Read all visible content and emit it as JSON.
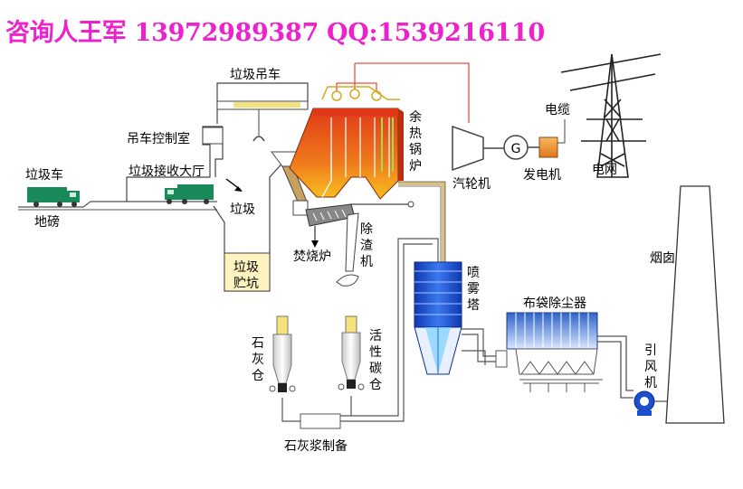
{
  "header": {
    "contact_text": "咨询人王军 13972989387 QQ:1539216110"
  },
  "labels": {
    "crane": "垃圾吊车",
    "crane_control_room": "吊车控制室",
    "garbage_truck": "垃圾车",
    "receiving_hall": "垃圾接收大厅",
    "weighbridge": "地磅",
    "garbage": "垃圾",
    "storage_pit": [
      "垃圾",
      "贮坑"
    ],
    "incinerator": "焚烧炉",
    "slag_remover": [
      "除",
      "渣",
      "机"
    ],
    "waste_heat_boiler": [
      "余",
      "热",
      "锅",
      "炉"
    ],
    "turbine": "汽轮机",
    "generator": "发电机",
    "generator_symbol": "G",
    "cable": "电缆",
    "power_grid": "电网",
    "chimney": "烟囱",
    "spray_tower": [
      "喷",
      "雾",
      "塔"
    ],
    "bag_filter": "布袋除尘器",
    "induced_fan": [
      "引",
      "风",
      "机"
    ],
    "lime_silo": [
      "石",
      "灰",
      "仓"
    ],
    "carbon_silo": [
      "活",
      "性",
      "碳",
      "仓"
    ],
    "lime_slurry": "石灰浆制备"
  },
  "colors": {
    "header": "#ee22cc",
    "furnace_red": "#e8401c",
    "furnace_orange": "#f4a020",
    "truck_green": "#1a8a5a",
    "tower_blue": "#1c4fd0",
    "pit_yellow": "#fff4c0",
    "steam_pipe": "#d9c27a",
    "chimney": "#ffffff"
  }
}
